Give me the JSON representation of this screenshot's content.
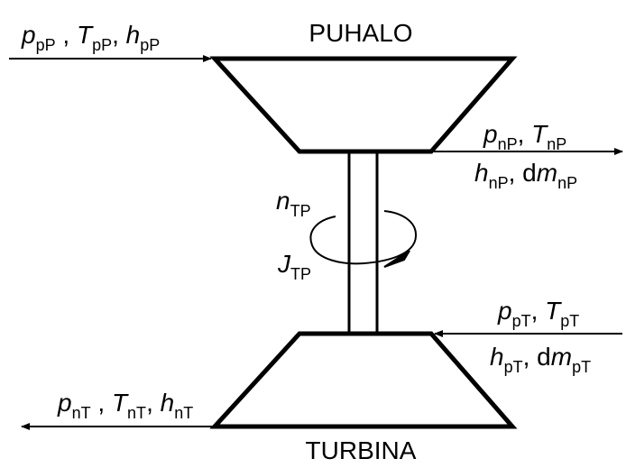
{
  "compressor_name": "PUHALO",
  "turbine_name": "TURBINA",
  "labels": {
    "compressor_inlet": [
      {
        "sym": "p",
        "sub": "pP",
        "sep": " , "
      },
      {
        "sym": "T",
        "sub": "pP",
        "sep": ", "
      },
      {
        "sym": "h",
        "sub": "pP",
        "sep": ""
      }
    ],
    "compressor_outlet_line1": [
      {
        "sym": "p",
        "sub": "nP",
        "sep": ", "
      },
      {
        "sym": "T",
        "sub": "nP",
        "sep": ""
      }
    ],
    "compressor_outlet_line2": [
      {
        "sym": "h",
        "sub": "nP",
        "sep": ", "
      },
      {
        "sym": "dm",
        "sub": "nP",
        "sep": "",
        "prefix": "d",
        "italic_part": "m"
      }
    ],
    "shaft_speed": [
      {
        "sym": "n",
        "sub": "TP",
        "sep": ""
      }
    ],
    "shaft_inertia": [
      {
        "sym": "J",
        "sub": "TP",
        "sep": ""
      }
    ],
    "turbine_inlet_line1": [
      {
        "sym": "p",
        "sub": "pT",
        "sep": ", "
      },
      {
        "sym": "T",
        "sub": "pT",
        "sep": ""
      }
    ],
    "turbine_inlet_line2": [
      {
        "sym": "h",
        "sub": "pT",
        "sep": ", "
      },
      {
        "sym": "dm",
        "sub": "pT",
        "sep": "",
        "prefix": "d",
        "italic_part": "m"
      }
    ],
    "turbine_outlet": [
      {
        "sym": "p",
        "sub": "nT",
        "sep": " , "
      },
      {
        "sym": "T",
        "sub": "nT",
        "sep": ", "
      },
      {
        "sym": "h",
        "sub": "nT",
        "sep": ""
      }
    ]
  }
}
